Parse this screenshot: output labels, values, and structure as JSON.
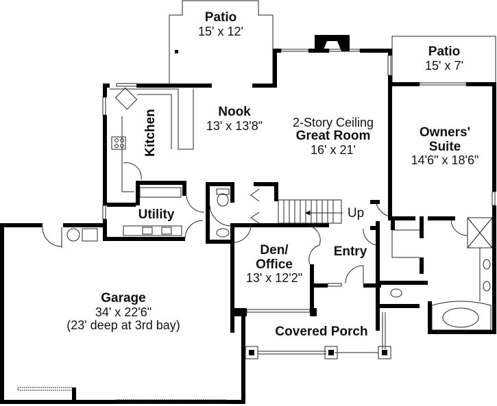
{
  "plan": {
    "rooms": [
      {
        "id": "patio-rear",
        "name": "Patio",
        "dim": "15' x 12'"
      },
      {
        "id": "patio-owners",
        "name": "Patio",
        "dim": "15' x 7'"
      },
      {
        "id": "nook",
        "name": "Nook",
        "dim": "13' x 13'8\""
      },
      {
        "id": "great-room",
        "note": "2-Story Ceiling",
        "name": "Great Room",
        "dim": "16' x 21'"
      },
      {
        "id": "owners-suite",
        "name": "Owners' Suite",
        "name_line1": "Owners'",
        "name_line2": "Suite",
        "dim": "14'6\" x 18'6\""
      },
      {
        "id": "kitchen",
        "name": "Kitchen"
      },
      {
        "id": "utility",
        "name": "Utility"
      },
      {
        "id": "den-office",
        "name": "Den/ Office",
        "name_line1": "Den/",
        "name_line2": "Office",
        "dim": "13' x 12'2\""
      },
      {
        "id": "entry",
        "name": "Entry"
      },
      {
        "id": "garage",
        "name": "Garage",
        "dim": "34' x 22'6\"",
        "note": "(23' deep at 3rd bay)"
      },
      {
        "id": "covered-porch",
        "name": "Covered Porch"
      }
    ],
    "stair_label": "Up",
    "colors": {
      "wall": "#000000",
      "line": "#222222",
      "background": "#ffffff"
    }
  }
}
